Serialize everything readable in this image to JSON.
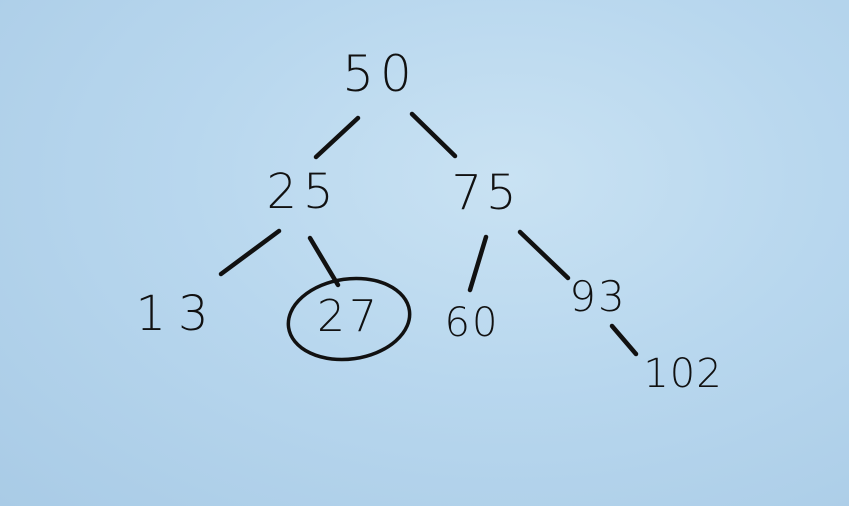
{
  "tree": {
    "nodes": {
      "root": "50",
      "left": "25",
      "right": "75",
      "left_left": "13",
      "left_right": "27",
      "right_left": "60",
      "right_right": "93",
      "right_right_right": "102"
    },
    "highlighted": "27",
    "ink_color": "#111111",
    "background_color": "#b8d7ee"
  }
}
